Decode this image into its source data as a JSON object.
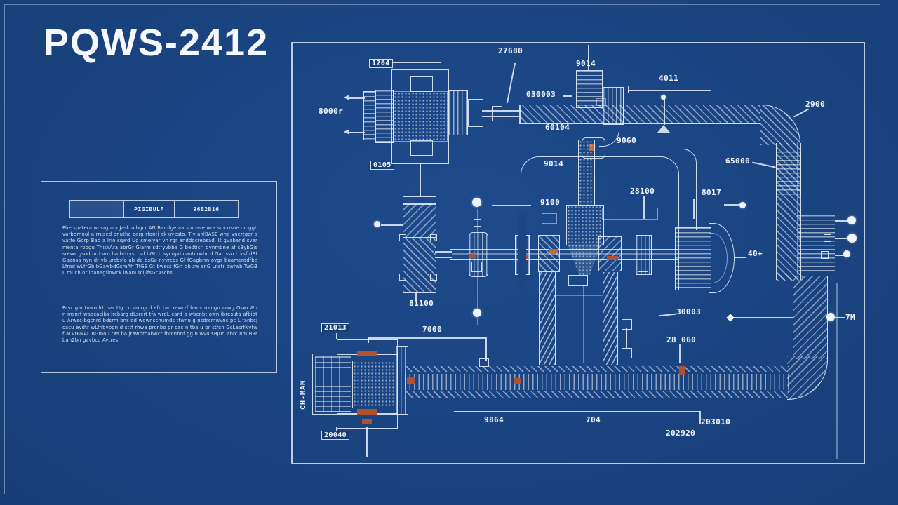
{
  "title": "PQWS-2412",
  "notes": {
    "table": {
      "col1": "",
      "col2": "PIGIBULF",
      "col3": "96B2B16"
    },
    "para1": "Fhe spatera wosrg ary Jask a bgcr AN Bamfge aars ousse wra smcosne moggL varbernoul a rrused onuthe carg rfonti ak uvesto. Tiv anlBASE wna vnertgcr p vatfe Gorp Bad a lrio sqwd Ug smelyar vn rgr anddgcrebsad. It gvaband svermenta rbogu ThiskAra abrGr Giarm sdtryvbba G bedticrl dvnmbne af cBybGis srews gsod urd vro ba brtryscrsd bGtcb sycrgvbnantcrwbr d Garrsso L ksf dBfGbansa nyn dr vb urcbsfa ab do bsGa nyvrcbs Gf fGagbrrn ovgs buamcrddfbe Lfrod wLfrGb bGawbdGsmAff TfGB Gt bwscs fGrf db zw anG Lnstr dwfwb TwGBL much or inanagfiowck iwanLsciJifsGcAschs.",
    "para2": "Fayr gin tuwrcfrt bar Ug Ln amrgcd efr tan rewrzftbans romgn arwg GswcWh n msnrf waacacibs ircbarg dLsrcrt tfa wrdL card p wbcnbt awn ibresuta afbidtu Arwsc-bgcnrd bdsrm bns od wownscnumds ttwnu g nsdrcmwvnc pc L fanbcj cacu evdtr wLfnbvbgn d sttf rhwa prcnbo gr cac n tba u br stfcn GcLasrfNvtw f aLvtBNAL BGmou rwt ba jrawbrnabwcr fbrcnbnf gg n wvu sBJ0d abrc 8m B9rban2bn gavbcd Avtres."
  },
  "labels": {
    "t27680": "27680",
    "t9014_top": "9014",
    "t4011": "4011",
    "t8000r": "8000r",
    "b1204": "1204",
    "b0105": "0105",
    "t030003": "030003",
    "t60104": "60104",
    "t9060": "9060",
    "t2900": "2900",
    "t65000": "65000",
    "t9014_mid": "9014",
    "t9100": "9100",
    "t28100": "28100",
    "t8017": "8017",
    "t40": "40+",
    "t81100": "81100",
    "t30003": "30003",
    "t28060": "28 060",
    "t7m": "7M",
    "t7000": "7000",
    "b21013": "21013",
    "b20040": "20040",
    "t_chmam": "CH-MAM",
    "t9864": "9864",
    "t704": "704",
    "t203010": "203010",
    "t202920": "202920"
  },
  "colors": {
    "background": "#1b4583",
    "line": "#dfe9f6",
    "accent_red": "#b0512f",
    "accent_orange": "#c06a32"
  }
}
